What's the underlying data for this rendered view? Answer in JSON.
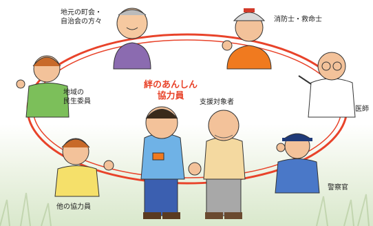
{
  "diagram": {
    "center_title_line1": "絆のあんしん",
    "center_title_line2": "協力員",
    "supported_person": "支援対象者",
    "roles": {
      "neighborhood_assoc_line1": "地元の町会・",
      "neighborhood_assoc_line2": "自治会の方々",
      "firefighter": "消防士・救命士",
      "doctor": "医師",
      "community_commissioner_line1": "地域の",
      "community_commissioner_line2": "民生委員",
      "other_volunteers": "他の協力員",
      "police": "警察官"
    }
  },
  "colors": {
    "ring": "#e8432a",
    "title": "#e8432a"
  }
}
